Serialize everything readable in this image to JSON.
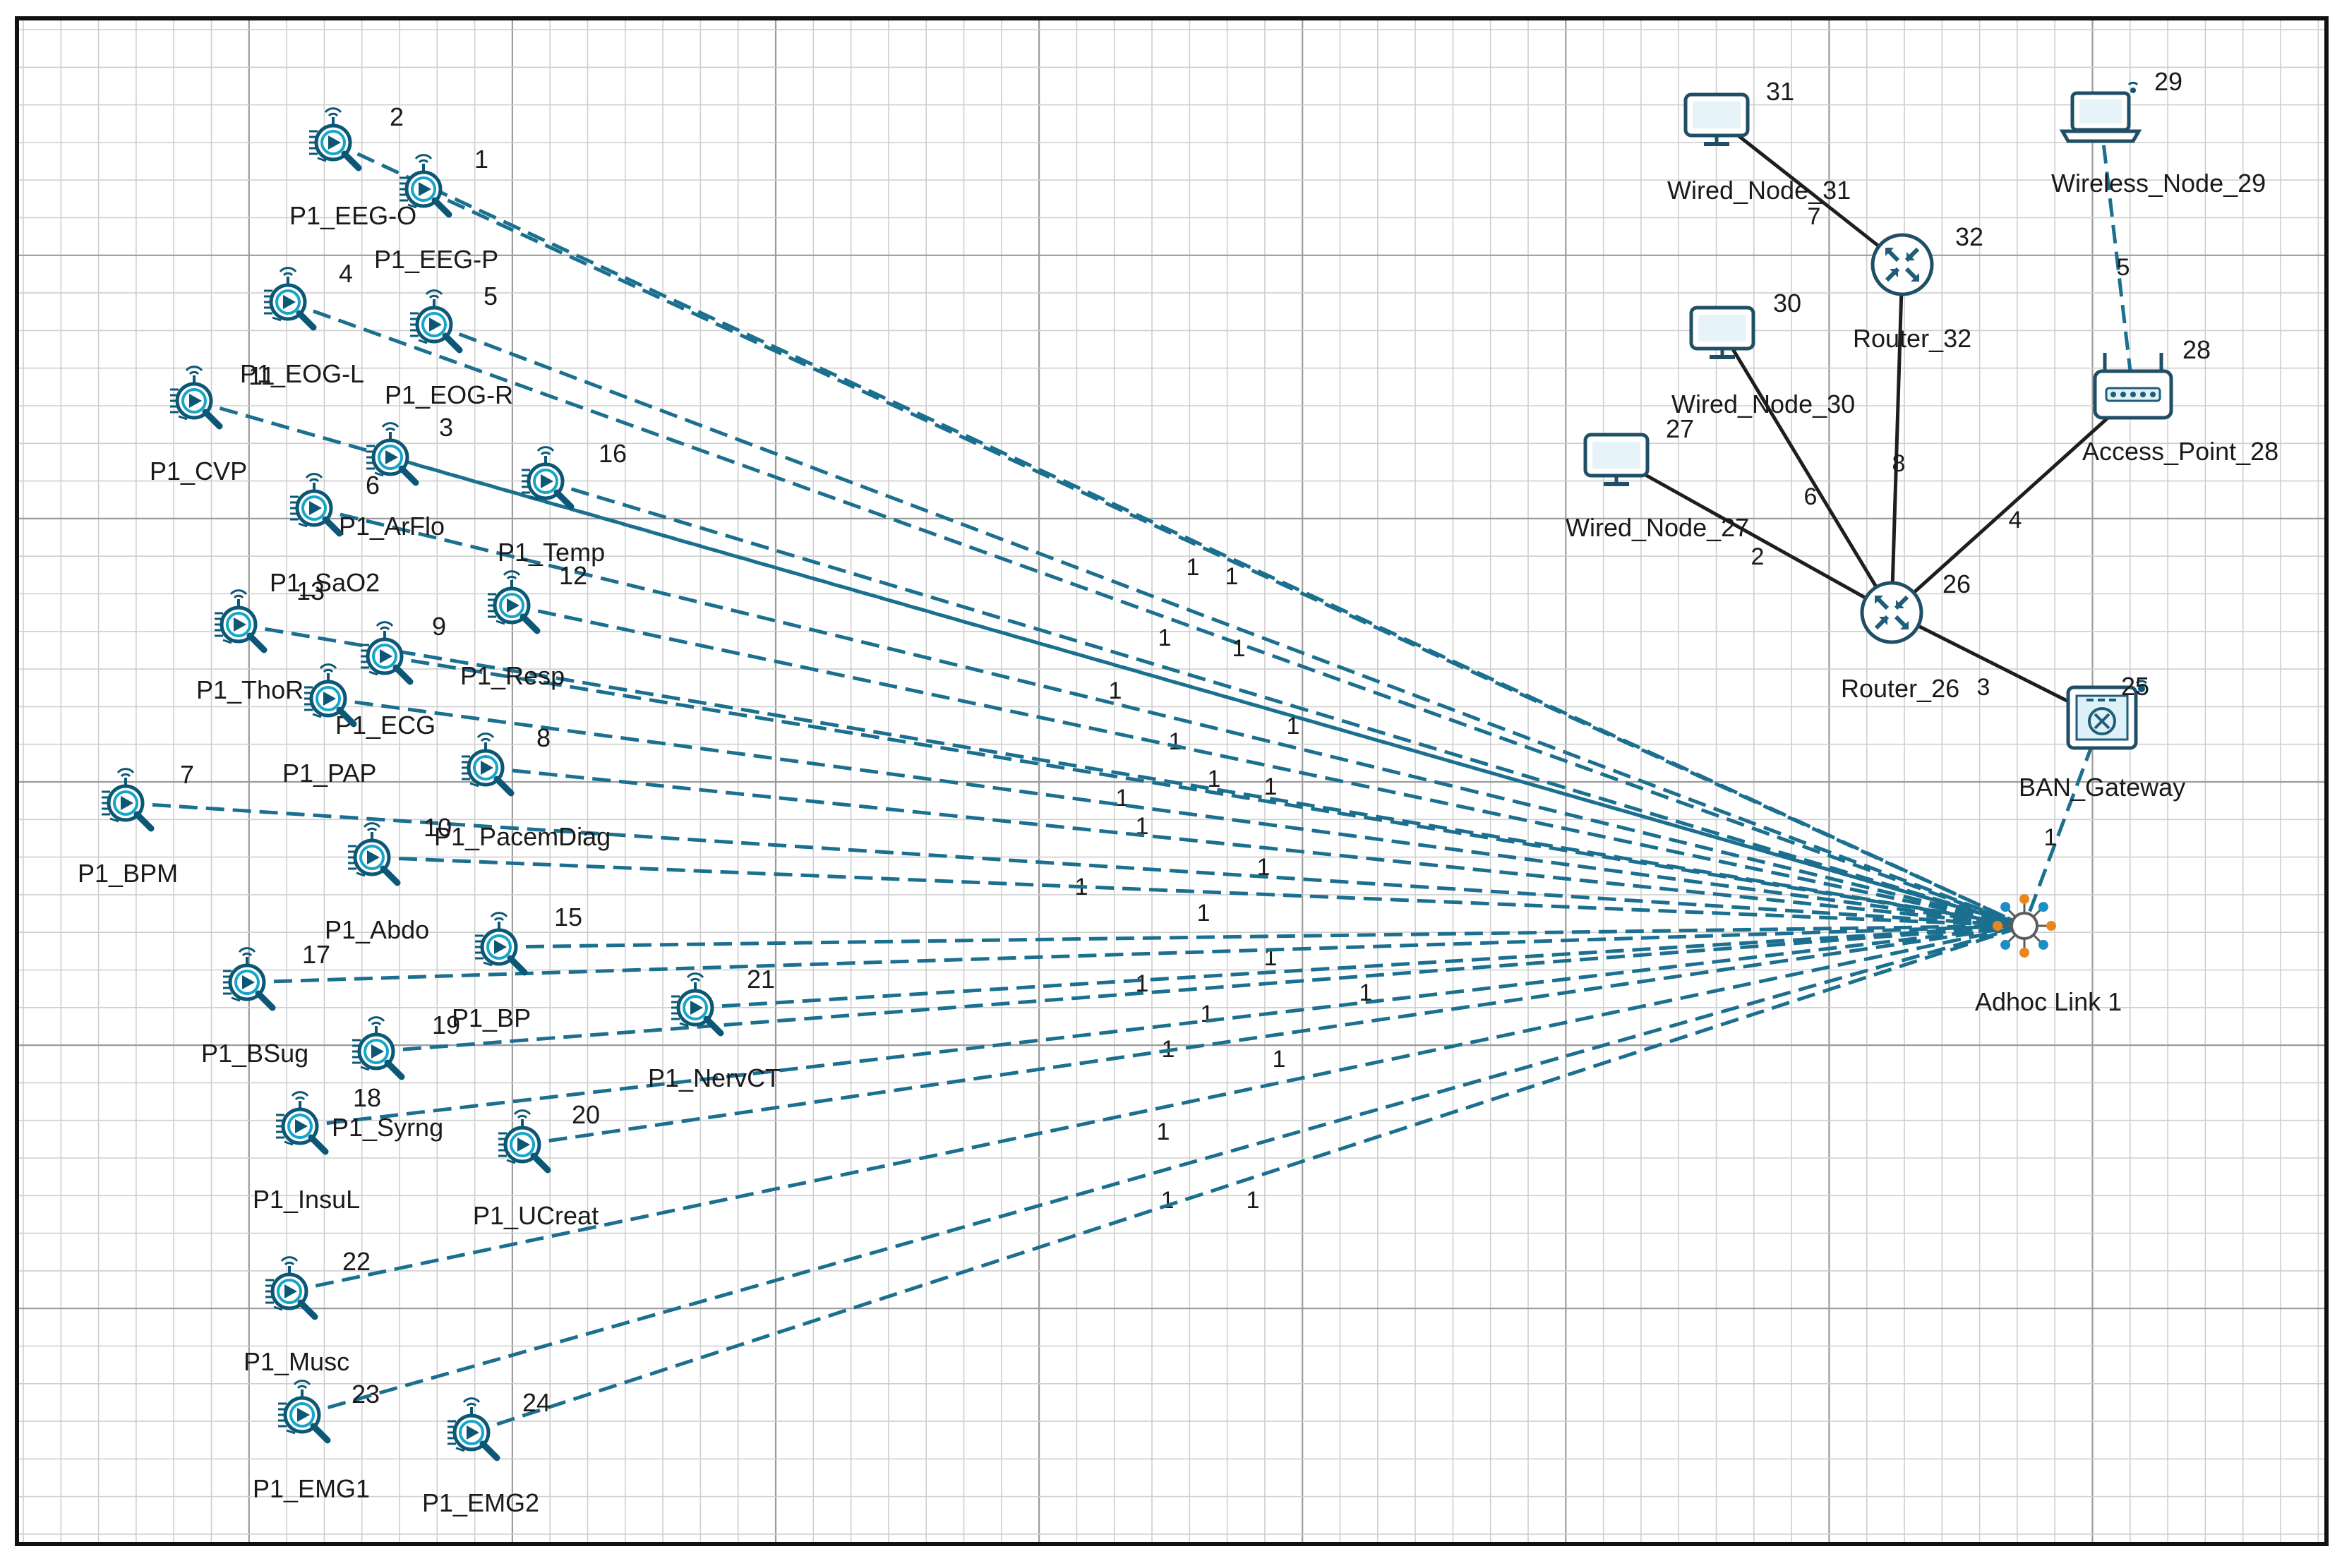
{
  "colors": {
    "wireless_link": "#1b6f8f",
    "wired_link": "#1e1e1e",
    "device_dark": "#0b5775",
    "device_light": "#16a4c9",
    "grid_minor": "#cfcfcf",
    "grid_major": "#9c9c9c",
    "frame": "#111111",
    "hub_spoke_a": "#e8871e",
    "hub_spoke_b": "#1b8fc4"
  },
  "nodes": [
    {
      "id": "n2",
      "kind": "sensor",
      "name": "P1_EEG-O",
      "num": "2"
    },
    {
      "id": "n1",
      "kind": "sensor",
      "name": "P1_EEG-P",
      "num": "1"
    },
    {
      "id": "n4",
      "kind": "sensor",
      "name": "P1_EOG-L",
      "num": "4"
    },
    {
      "id": "n5",
      "kind": "sensor",
      "name": "P1_EOG-R",
      "num": "5"
    },
    {
      "id": "n11",
      "kind": "sensor",
      "name": "P1_CVP",
      "num": "11"
    },
    {
      "id": "n3",
      "kind": "sensor",
      "name": "P1_ArFlo",
      "num": "3"
    },
    {
      "id": "n6",
      "kind": "sensor",
      "name": "P1_SaO2",
      "num": "6"
    },
    {
      "id": "n16",
      "kind": "sensor",
      "name": "P1_Temp",
      "num": "16"
    },
    {
      "id": "n12",
      "kind": "sensor",
      "name": "P1_Resp",
      "num": "12"
    },
    {
      "id": "n13",
      "kind": "sensor",
      "name": "P1_ThoR",
      "num": "13"
    },
    {
      "id": "n9",
      "kind": "sensor",
      "name": "P1_ECG",
      "num": "9"
    },
    {
      "id": "n8p",
      "kind": "sensor",
      "name": "P1_PAP",
      "num": ""
    },
    {
      "id": "n8",
      "kind": "sensor",
      "name": "P1_PacemDiag",
      "num": "8"
    },
    {
      "id": "n7",
      "kind": "sensor",
      "name": "P1_BPM",
      "num": "7"
    },
    {
      "id": "n10",
      "kind": "sensor",
      "name": "P1_Abdo",
      "num": "10"
    },
    {
      "id": "n15",
      "kind": "sensor",
      "name": "P1_BP",
      "num": "15"
    },
    {
      "id": "n17",
      "kind": "sensor",
      "name": "P1_BSug",
      "num": "17"
    },
    {
      "id": "n21",
      "kind": "sensor",
      "name": "P1_NervCT",
      "num": "21"
    },
    {
      "id": "n19",
      "kind": "sensor",
      "name": "P1_Syrng",
      "num": "19"
    },
    {
      "id": "n18",
      "kind": "sensor",
      "name": "P1_InsuL",
      "num": "18"
    },
    {
      "id": "n20",
      "kind": "sensor",
      "name": "P1_UCreat",
      "num": "20"
    },
    {
      "id": "n22",
      "kind": "sensor",
      "name": "P1_Musc",
      "num": "22"
    },
    {
      "id": "n23",
      "kind": "sensor",
      "name": "P1_EMG1",
      "num": "23"
    },
    {
      "id": "n24",
      "kind": "sensor",
      "name": "P1_EMG2",
      "num": "24"
    },
    {
      "id": "n31",
      "kind": "monitor",
      "name": "Wired_Node_31",
      "num": "31"
    },
    {
      "id": "n30",
      "kind": "monitor",
      "name": "Wired_Node_30",
      "num": "30"
    },
    {
      "id": "n27",
      "kind": "monitor",
      "name": "Wired_Node_27",
      "num": "27"
    },
    {
      "id": "n32",
      "kind": "router",
      "name": "Router_32",
      "num": "32"
    },
    {
      "id": "n26",
      "kind": "router",
      "name": "Router_26",
      "num": "26"
    },
    {
      "id": "n29",
      "kind": "laptop",
      "name": "Wireless_Node_29",
      "num": "29"
    },
    {
      "id": "n28",
      "kind": "ap",
      "name": "Access_Point_28",
      "num": "28"
    },
    {
      "id": "n25",
      "kind": "gateway",
      "name": "BAN_Gateway",
      "num": "25"
    },
    {
      "id": "hub",
      "kind": "hub",
      "name": "Adhoc Link 1",
      "num": ""
    }
  ],
  "links": [
    {
      "from": "n2",
      "to": "hub",
      "type": "wireless",
      "label": ""
    },
    {
      "from": "n1",
      "to": "hub",
      "type": "wireless",
      "label": "1"
    },
    {
      "from": "n4",
      "to": "hub",
      "type": "wireless",
      "label": "1"
    },
    {
      "from": "n5",
      "to": "hub",
      "type": "wireless",
      "label": "1"
    },
    {
      "from": "n11",
      "to": "hub",
      "type": "wireless",
      "label": "1"
    },
    {
      "from": "n3",
      "to": "hub",
      "type": "wireless",
      "label": "1"
    },
    {
      "from": "n16",
      "to": "hub",
      "type": "wireless",
      "label": "1"
    },
    {
      "from": "n6",
      "to": "hub",
      "type": "wireless",
      "label": "1"
    },
    {
      "from": "n12",
      "to": "hub",
      "type": "wireless",
      "label": "1"
    },
    {
      "from": "n13",
      "to": "hub",
      "type": "wireless",
      "label": "1"
    },
    {
      "from": "n9",
      "to": "hub",
      "type": "wireless",
      "label": "1"
    },
    {
      "from": "n8p",
      "to": "hub",
      "type": "wireless",
      "label": "1"
    },
    {
      "from": "n8",
      "to": "hub",
      "type": "wireless",
      "label": "1"
    },
    {
      "from": "n7",
      "to": "hub",
      "type": "wireless",
      "label": "1"
    },
    {
      "from": "n10",
      "to": "hub",
      "type": "wireless",
      "label": "1"
    },
    {
      "from": "n15",
      "to": "hub",
      "type": "wireless",
      "label": "1"
    },
    {
      "from": "n17",
      "to": "hub",
      "type": "wireless",
      "label": "1"
    },
    {
      "from": "n21",
      "to": "hub",
      "type": "wireless",
      "label": "1"
    },
    {
      "from": "n19",
      "to": "hub",
      "type": "wireless",
      "label": "1"
    },
    {
      "from": "n18",
      "to": "hub",
      "type": "wireless",
      "label": "1"
    },
    {
      "from": "n20",
      "to": "hub",
      "type": "wireless",
      "label": "1"
    },
    {
      "from": "n22",
      "to": "hub",
      "type": "wireless",
      "label": "1"
    },
    {
      "from": "n23",
      "to": "hub",
      "type": "wireless",
      "label": "1"
    },
    {
      "from": "n24",
      "to": "hub",
      "type": "wireless",
      "label": "1"
    },
    {
      "from": "n25",
      "to": "hub",
      "type": "wireless",
      "label": "1"
    },
    {
      "from": "n29",
      "to": "n28",
      "type": "wireless",
      "label": "5"
    },
    {
      "from": "n31",
      "to": "n32",
      "type": "wired",
      "label": "7"
    },
    {
      "from": "n32",
      "to": "n26",
      "type": "wired",
      "label": "8"
    },
    {
      "from": "n30",
      "to": "n26",
      "type": "wired",
      "label": "6"
    },
    {
      "from": "n27",
      "to": "n26",
      "type": "wired",
      "label": "2"
    },
    {
      "from": "n28",
      "to": "n26",
      "type": "wired",
      "label": "4"
    },
    {
      "from": "n26",
      "to": "n25",
      "type": "wired",
      "label": "3"
    }
  ]
}
